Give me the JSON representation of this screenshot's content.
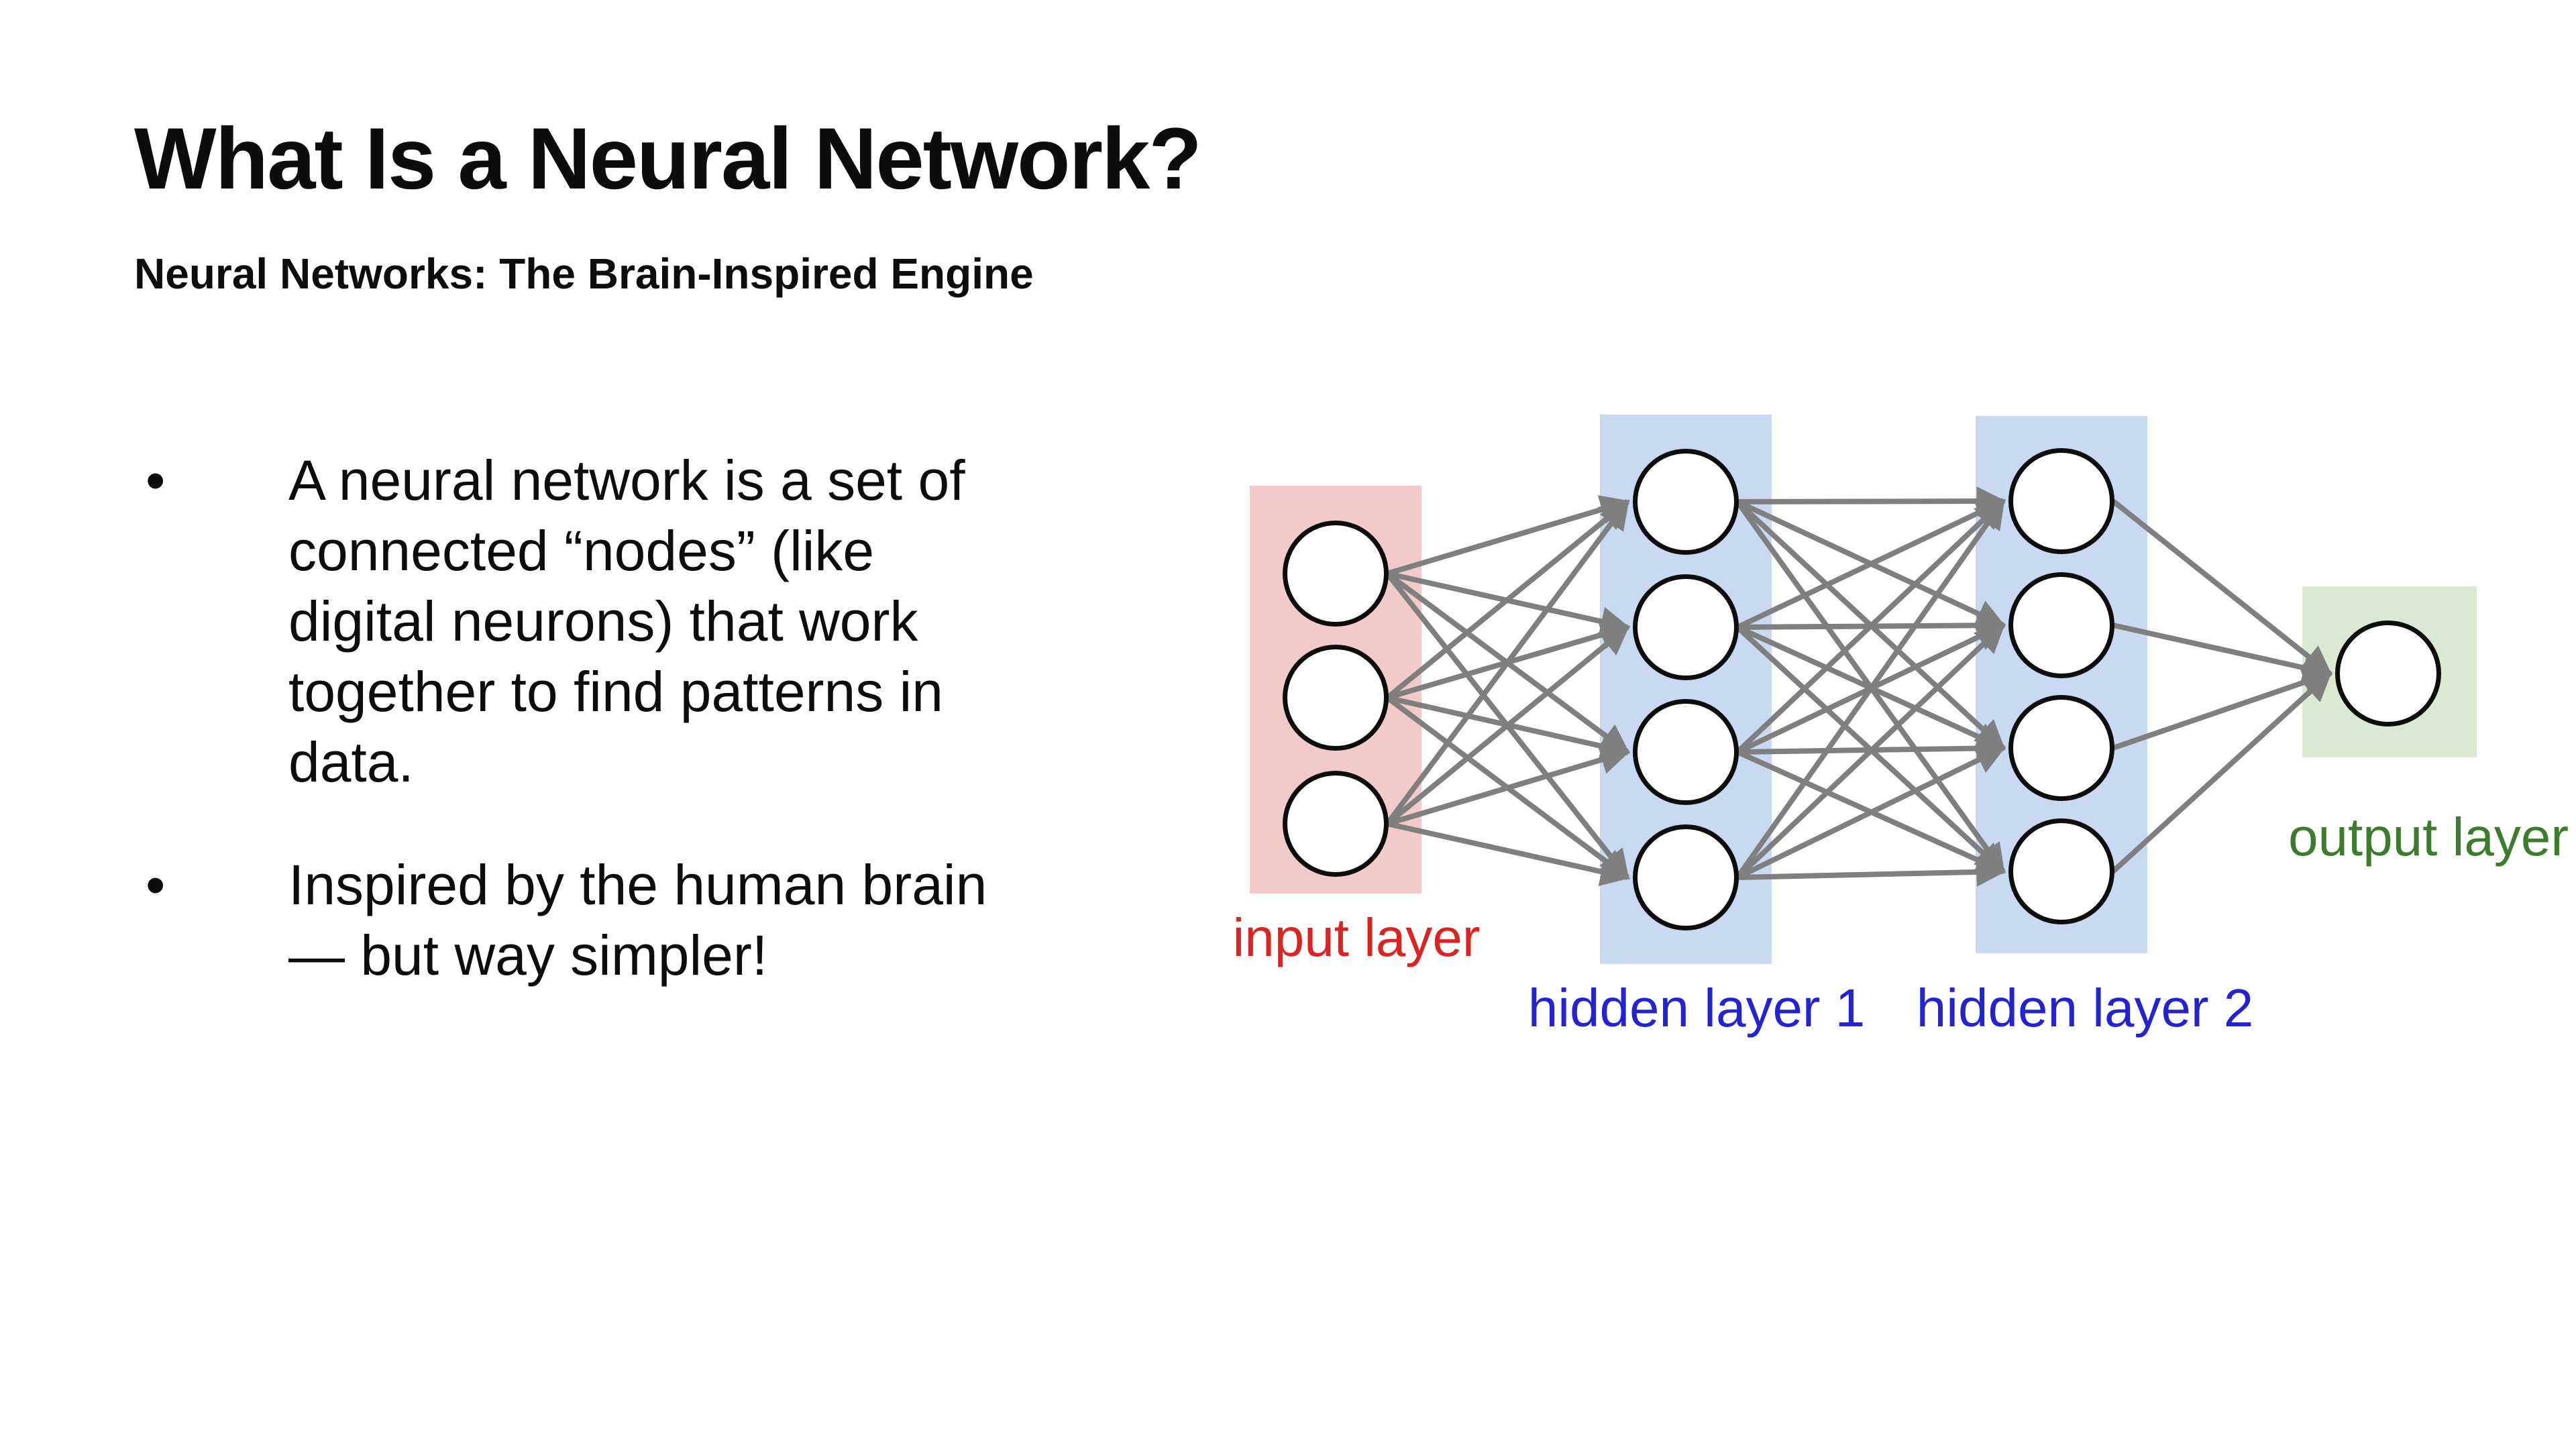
{
  "slide": {
    "title": "What Is a Neural Network?",
    "subtitle": "Neural Networks: The Brain-Inspired Engine",
    "bullet_marker": "•",
    "bullets": [
      "A neural network is a set of\nconnected “nodes” (like\ndigital neurons) that work\ntogether to find patterns in\ndata.",
      "Inspired by the human brain\n— but way simpler!"
    ]
  },
  "diagram": {
    "layers": [
      {
        "id": "input",
        "label": "input layer",
        "label_color": "#dd2222",
        "band_color": "#f3caca",
        "node_count": 3
      },
      {
        "id": "hidden1",
        "label": "hidden layer 1",
        "label_color": "#2323d2",
        "band_color": "#c9d9f2",
        "node_count": 4
      },
      {
        "id": "hidden2",
        "label": "hidden layer 2",
        "label_color": "#2323d2",
        "band_color": "#c9d9f2",
        "node_count": 4
      },
      {
        "id": "output",
        "label": "output layer",
        "label_color": "#3b7d2d",
        "band_color": "#dbe9d3",
        "node_count": 1
      }
    ],
    "node_style": {
      "fill": "#ffffff",
      "stroke": "#0d0d0d"
    },
    "connection_color": "#7f7f7f"
  }
}
